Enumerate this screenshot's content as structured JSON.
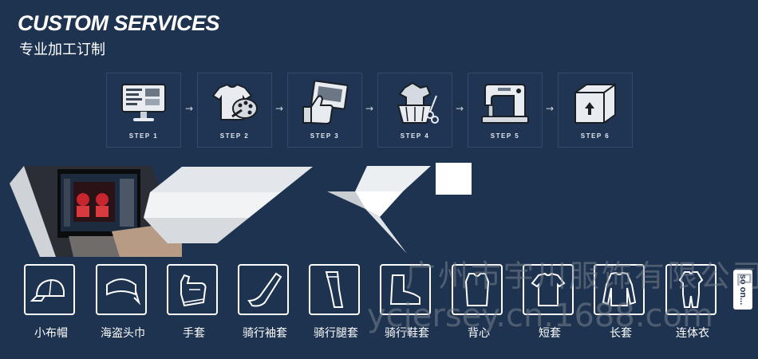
{
  "header": {
    "title": "CUSTOM SERVICES",
    "subtitle": "专业加工订制"
  },
  "steps": [
    {
      "label": "STEP 1",
      "icon": "computer-screen-icon"
    },
    {
      "label": "STEP 2",
      "icon": "jersey-palette-icon"
    },
    {
      "label": "STEP 3",
      "icon": "approval-thumb-icon"
    },
    {
      "label": "STEP 4",
      "icon": "fabric-cutting-icon"
    },
    {
      "label": "STEP 5",
      "icon": "sewing-machine-icon"
    },
    {
      "label": "STEP 6",
      "icon": "shipping-box-icon"
    }
  ],
  "step_arrow": "→",
  "products": [
    {
      "label": "小布帽",
      "icon": "cycling-cap-icon"
    },
    {
      "label": "海盗头巾",
      "icon": "bandana-icon"
    },
    {
      "label": "手套",
      "icon": "glove-icon"
    },
    {
      "label": "骑行袖套",
      "icon": "arm-sleeve-icon"
    },
    {
      "label": "骑行腿套",
      "icon": "leg-warmer-icon"
    },
    {
      "label": "骑行鞋套",
      "icon": "shoe-cover-icon"
    },
    {
      "label": "背心",
      "icon": "vest-icon"
    },
    {
      "label": "短套",
      "icon": "short-sleeve-kit-icon"
    },
    {
      "label": "长套",
      "icon": "long-sleeve-kit-icon"
    },
    {
      "label": "连体衣",
      "icon": "skinsuit-icon"
    }
  ],
  "so_on": "so on...",
  "watermark": {
    "line1": "广州市宇川服饰有限公司",
    "line2": "ycjersey.cn.1688.com"
  },
  "colors": {
    "background": "#1e3350",
    "foreground": "#ffffff",
    "step_card": "#1f3553"
  }
}
